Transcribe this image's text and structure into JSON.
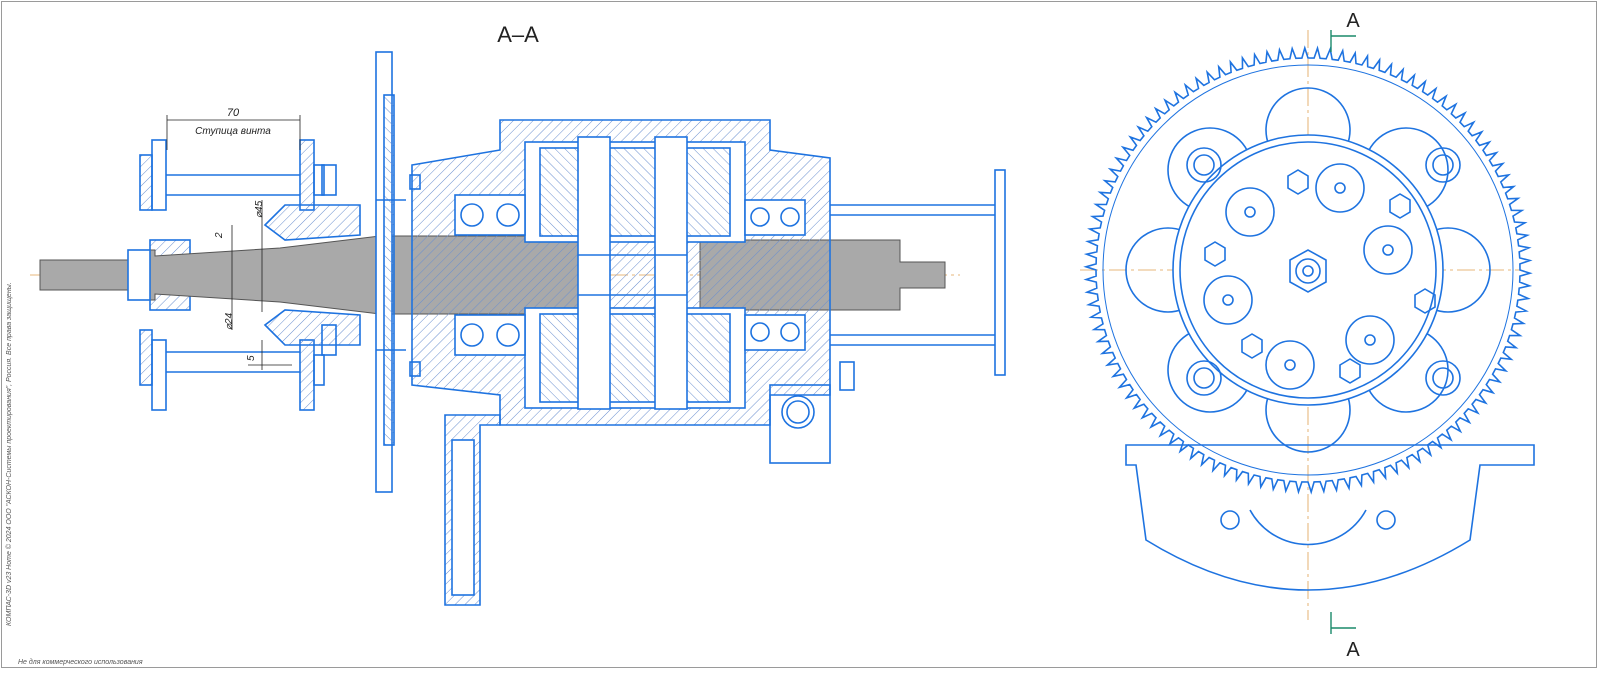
{
  "section": {
    "title": "A–A",
    "marker_top": "A",
    "marker_bottom": "A"
  },
  "dimensions": {
    "length": "70",
    "hub_label": "Ступица винта",
    "diameter_large": "⌀45",
    "diameter_small": "⌀24",
    "offset_small": "2",
    "offset_five": "5"
  },
  "notes": {
    "copyright": "КОМПАС-3D v23 Home © 2024 ООО \"АСКОН-Системы проектирования\", Россия. Все права защищены.",
    "noncommercial": "Не для коммерческого использования"
  },
  "colors": {
    "line": "#1e73e0",
    "hatch": "#6a8fcf",
    "shaft": "#a9a9a9",
    "dim": "#222222",
    "axis": "#e0a050",
    "section_mark": "#1a8a6a"
  }
}
